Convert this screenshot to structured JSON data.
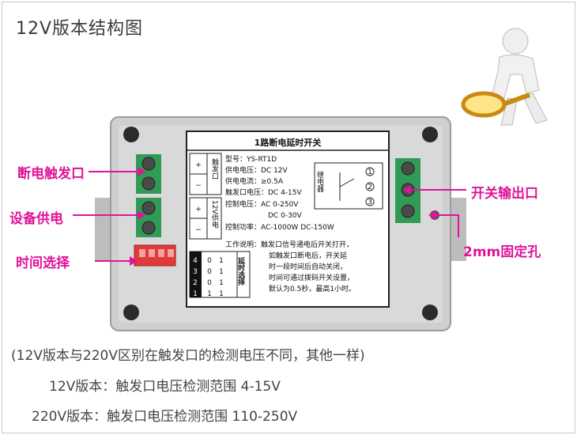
{
  "title": "12V版本结构图",
  "labels": {
    "left": [
      "断电触发口",
      "设备供电",
      "时间选择"
    ],
    "right": [
      "开关输出口",
      "2mm固定孔"
    ]
  },
  "panel": {
    "header": "1路断电延时开关",
    "terminal_top": "触发口",
    "terminal_bottom": "12V供电",
    "plus": "+",
    "minus": "−",
    "specs": [
      "型号：YS-RT1D",
      "供电电压：DC 12V",
      "供电电流：≥0.5A",
      "触发口电压：DC 4-15V",
      "控制电压：AC 0-250V",
      "DC 0-30V",
      "控制功率：AC-1000W  DC-150W"
    ],
    "work_desc": [
      "工作说明：触发口信号通电后开关打开，",
      "如触发口断电后，开关延",
      "时一段时间后自动关闭，",
      "时间可通过拨码开关设置，",
      "默认为0.5秒，最高1小时。"
    ],
    "relay_label": "继电器",
    "dip_caption": "延时选择",
    "dip_numbers": [
      "4",
      "3",
      "2",
      "1"
    ],
    "dip_rows": [
      [
        "0",
        "0",
        "0",
        "1"
      ],
      [
        "1",
        "1",
        "1",
        "1"
      ]
    ],
    "switch_nums": [
      "1",
      "2",
      "3"
    ]
  },
  "notes": [
    "(12V版本与220V区别在触发口的检测电压不同，其他一样)",
    "12V版本：触发口电压检测范围 4-15V",
    "220V版本：触发口电压检测范围 110-250V"
  ],
  "colors": {
    "callout": "#e0139a",
    "enclosure": "#cfcfcf",
    "terminal": "#2f9b55",
    "dip_switch": "#e03a3a"
  }
}
